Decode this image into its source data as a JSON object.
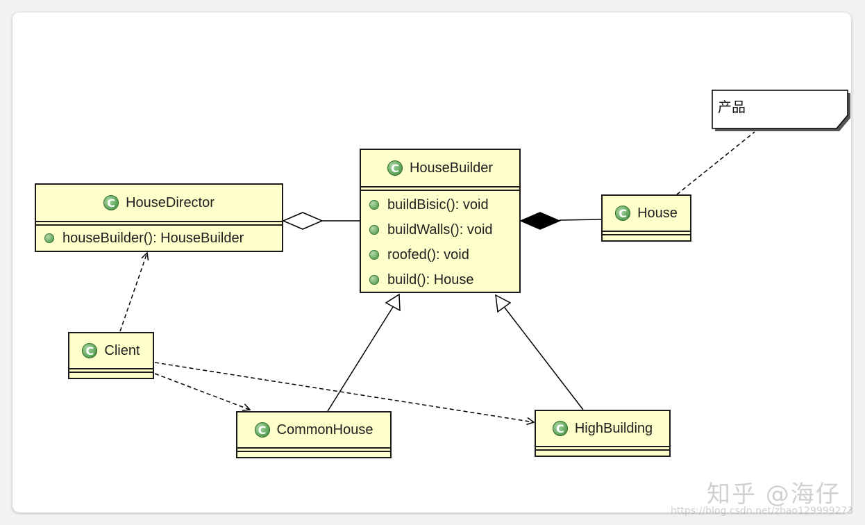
{
  "classes": {
    "house_director": {
      "name": "HouseDirector",
      "methods": [
        "houseBuilder(): HouseBuilder"
      ]
    },
    "house_builder": {
      "name": "HouseBuilder",
      "methods": [
        "buildBisic(): void",
        "buildWalls(): void",
        "roofed(): void",
        "build(): House"
      ]
    },
    "house": {
      "name": "House"
    },
    "client": {
      "name": "Client"
    },
    "common_house": {
      "name": "CommonHouse"
    },
    "high_building": {
      "name": "HighBuilding"
    }
  },
  "class_icon_letter": "C",
  "note": {
    "text": "产品"
  },
  "watermark": {
    "brand": "知乎 @海仔",
    "url": "https://blog.csdn.net/zhao129999273"
  },
  "colors": {
    "class_fill": "#ffffcc",
    "icon_green": "#5fa45c"
  }
}
